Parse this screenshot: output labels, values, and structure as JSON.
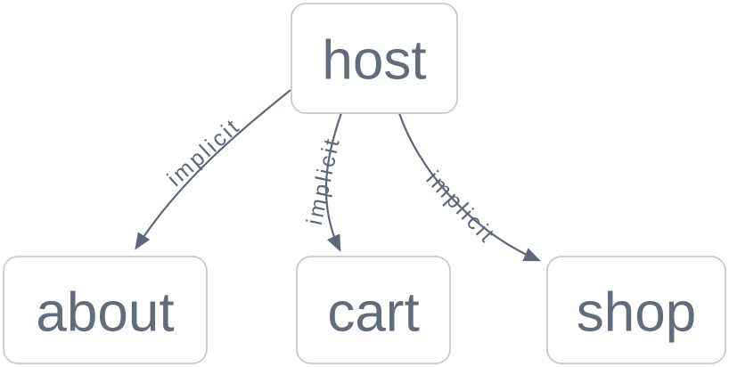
{
  "diagram": {
    "type": "graph",
    "nodes": [
      {
        "id": "host",
        "label": "host"
      },
      {
        "id": "about",
        "label": "about"
      },
      {
        "id": "cart",
        "label": "cart"
      },
      {
        "id": "shop",
        "label": "shop"
      }
    ],
    "edges": [
      {
        "from": "host",
        "to": "about",
        "label": "implicit"
      },
      {
        "from": "host",
        "to": "cart",
        "label": "implicit"
      },
      {
        "from": "host",
        "to": "shop",
        "label": "implicit"
      }
    ],
    "colors": {
      "background": "#ffffff",
      "node_fill": "#ffffff",
      "node_border": "#c6c8cb",
      "node_text": "#636c7b",
      "edge_stroke": "#5d6779",
      "edge_label_text": "#5d6779"
    }
  }
}
